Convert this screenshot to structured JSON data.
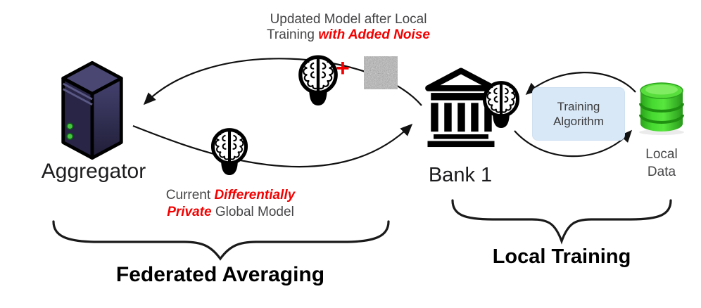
{
  "colors": {
    "emphasis_red": "#f40000",
    "caption_gray": "#454547",
    "label_black": "#1c1c1e",
    "training_box_blue": "#d9e8f6",
    "database_green": "#3ed42c",
    "server_navy": "#2b2947"
  },
  "top_caption": {
    "line1": "Updated Model after Local",
    "line2_plain": "Training ",
    "line2_emphasis": "with Added Noise"
  },
  "noisy_model": {
    "plus": "+"
  },
  "aggregator": {
    "label": "Aggregator"
  },
  "global_model_caption": {
    "plain1": "Current ",
    "emphasis1": "Differentially",
    "emphasis2": "Private",
    "plain2": " Global Model"
  },
  "bank": {
    "label": "Bank 1"
  },
  "training_box": {
    "line1": "Training",
    "line2": "Algorithm"
  },
  "local_data": {
    "line1": "Local",
    "line2": "Data"
  },
  "group_labels": {
    "federated_averaging": "Federated Averaging",
    "local_training": "Local Training"
  }
}
